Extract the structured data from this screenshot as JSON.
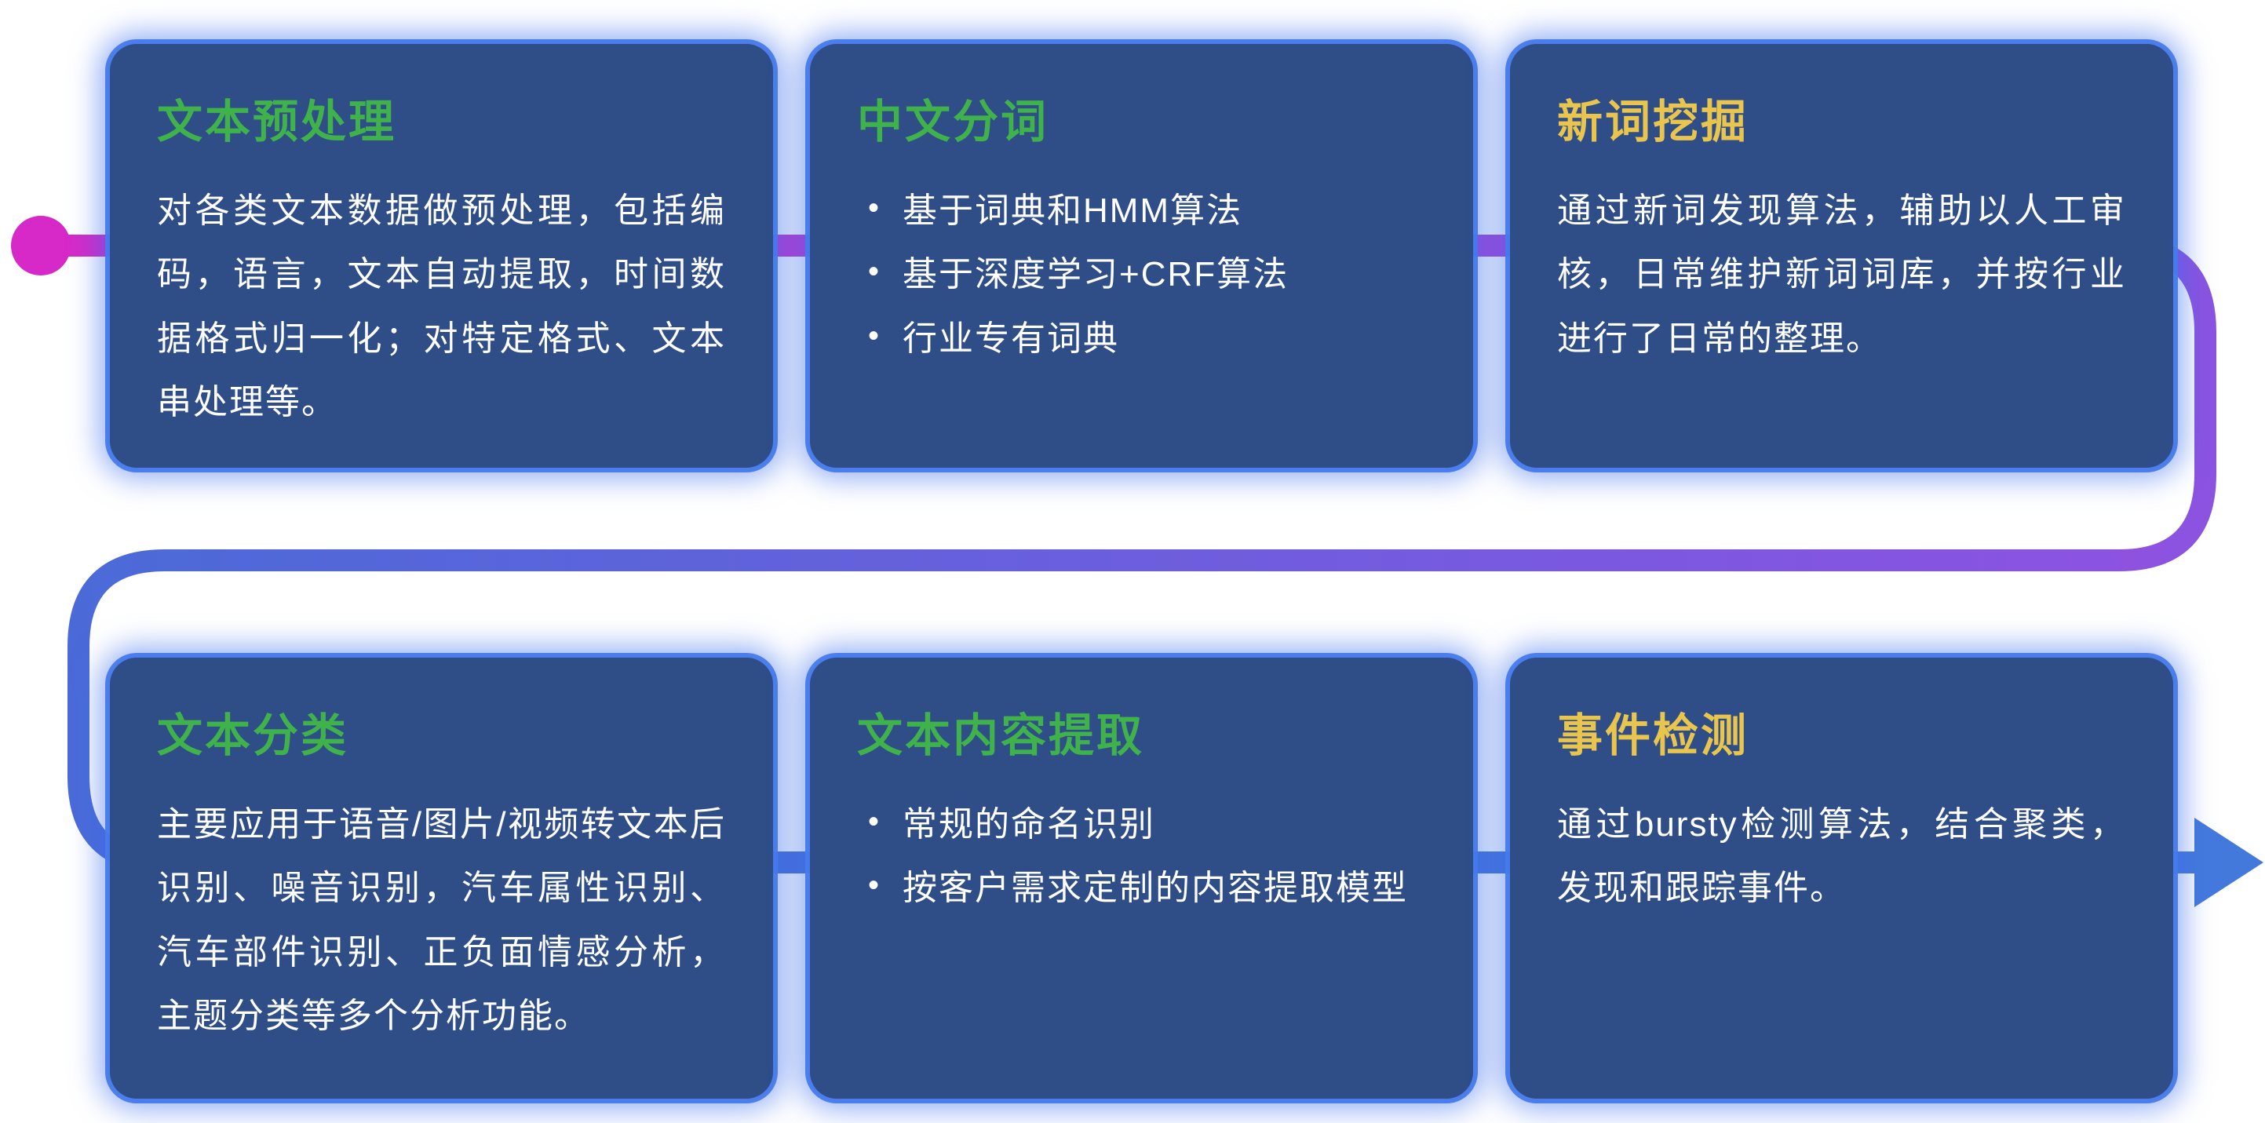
{
  "diagram": {
    "cards": [
      {
        "title": "文本预处理",
        "title_color": "#3fb24c",
        "body": "对各类文本数据做预处理，包括编码，语言，文本自动提取，时间数据格式归一化；对特定格式、文本串处理等。"
      },
      {
        "title": "中文分词",
        "title_color": "#3fb24c",
        "bullets": [
          "基于词典和HMM算法",
          "基于深度学习+CRF算法",
          "行业专有词典"
        ]
      },
      {
        "title": "新词挖掘",
        "title_color": "#e9c54e",
        "body": "通过新词发现算法，辅助以人工审核，日常维护新词词库，并按行业进行了日常的整理。"
      },
      {
        "title": "文本分类",
        "title_color": "#3fb24c",
        "body": "主要应用于语音/图片/视频转文本后识别、噪音识别，汽车属性识别、汽车部件识别、正负面情感分析，主题分类等多个分析功能。"
      },
      {
        "title": "文本内容提取",
        "title_color": "#3fb24c",
        "bullets": [
          "常规的命名识别",
          "按客户需求定制的内容提取模型"
        ]
      },
      {
        "title": "事件检测",
        "title_color": "#e9c54e",
        "body": "通过bursty检测算法，结合聚类，发现和跟踪事件。"
      }
    ],
    "flow": {
      "start_dot_color": "#d629c8",
      "row1_gradient": [
        "#d629c8",
        "#8b53e0"
      ],
      "middle_gradient": [
        "#8b53e0",
        "#4b6ad8"
      ],
      "row2_gradient": [
        "#4b6ad8",
        "#4479dc"
      ],
      "arrow_color": "#4479dc"
    },
    "palette": {
      "card_background": "#2f4e87",
      "card_glow": "#467aec",
      "body_text": "#ffffff",
      "title_green": "#3fb24c",
      "title_yellow": "#e9c54e",
      "page_background": "#ffffff"
    }
  }
}
